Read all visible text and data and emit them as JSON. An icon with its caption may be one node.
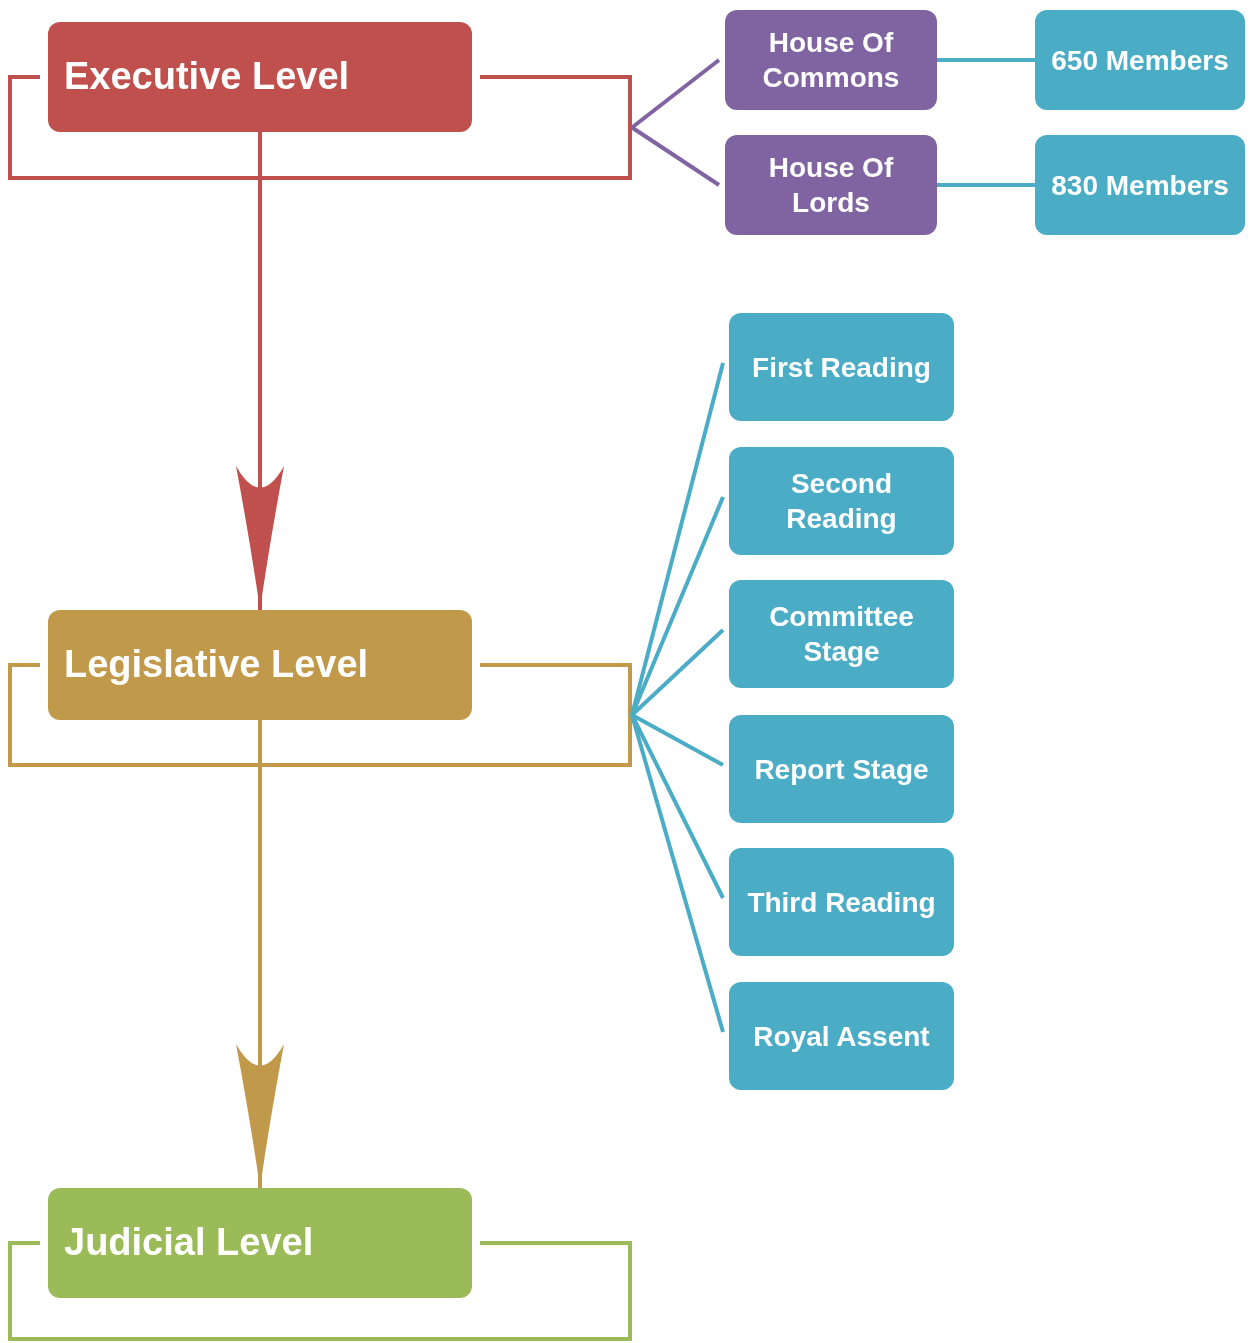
{
  "diagram": {
    "nodes": [
      {
        "text": [
          "Executive Level"
        ]
      },
      {
        "text": [
          "Legislative Level"
        ]
      },
      {
        "text": [
          "Judicial Level"
        ]
      },
      {
        "text": [
          "House Of Commons"
        ]
      },
      {
        "text": [
          "House Of Lords"
        ]
      },
      {
        "text": [
          "650 Members"
        ]
      },
      {
        "text": [
          "830 Members"
        ]
      },
      {
        "text": [
          "First Reading"
        ]
      },
      {
        "text": [
          "Second Reading"
        ]
      },
      {
        "text": [
          "Committee Stage"
        ]
      },
      {
        "text": [
          "Report Stage"
        ]
      },
      {
        "text": [
          "Third Reading"
        ]
      },
      {
        "text": [
          "Royal Assent"
        ]
      }
    ],
    "edges": [
      {
        "from": 0,
        "to": 1,
        "arrow": "to",
        "color": "#c0504d"
      },
      {
        "from": 1,
        "to": 2,
        "arrow": "to",
        "color": "#c0994b"
      },
      {
        "from": 0,
        "to": 3,
        "arrow": "none",
        "color": "#8064a2"
      },
      {
        "from": 0,
        "to": 4,
        "arrow": "none",
        "color": "#8064a2"
      },
      {
        "from": 3,
        "to": 5,
        "arrow": "none"
      },
      {
        "from": 4,
        "to": 6,
        "arrow": "none"
      },
      {
        "from": 1,
        "to": 7,
        "arrow": "none"
      },
      {
        "from": 1,
        "to": 8,
        "arrow": "none"
      },
      {
        "from": 1,
        "to": 9,
        "arrow": "none"
      },
      {
        "from": 1,
        "to": 10,
        "arrow": "none"
      },
      {
        "from": 1,
        "to": 11,
        "arrow": "none"
      },
      {
        "from": 1,
        "to": 12,
        "arrow": "none"
      }
    ]
  }
}
